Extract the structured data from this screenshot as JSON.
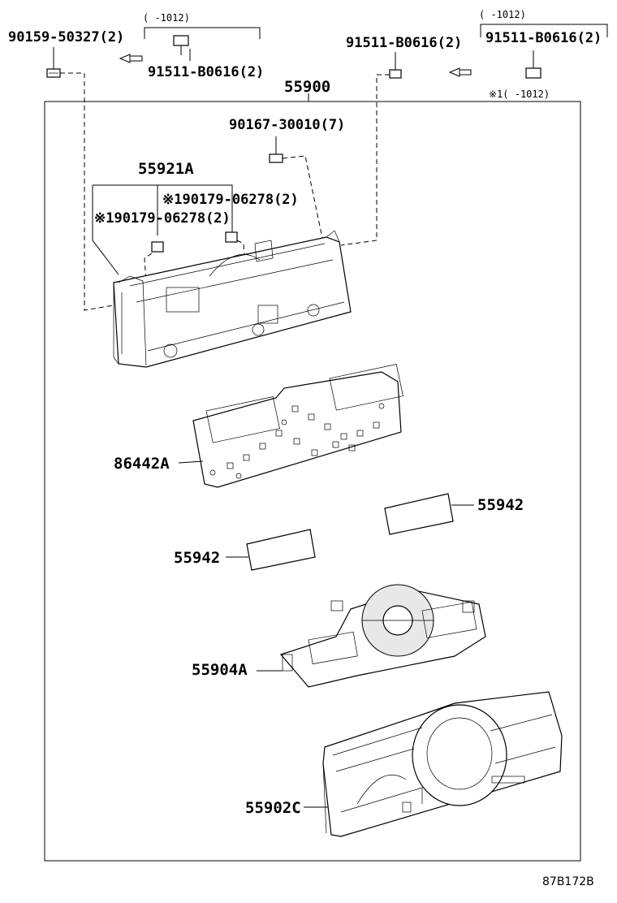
{
  "labels": {
    "bolt_left": "90159-50327(2)",
    "bolt_top_mid": "91511-B0616(2)",
    "bolt_right_mid": "91511-B0616(2)",
    "bolt_right_boxed": "91511-B0616(2)",
    "assembly": "55900",
    "screw_center": "90167-30010(7)",
    "bracket": "55921A",
    "nut_right": "※190179-06278(2)",
    "nut_left": "※190179-06278(2)",
    "board": "86442A",
    "plate_right": "55942",
    "plate_left": "55942",
    "control": "55904A",
    "panel": "55902C"
  },
  "notes": {
    "note_top_left": "(   -1012)",
    "note_top_right": "(   -1012)",
    "note_box": "※1(   -1012)"
  },
  "figure_code": "87B172B"
}
